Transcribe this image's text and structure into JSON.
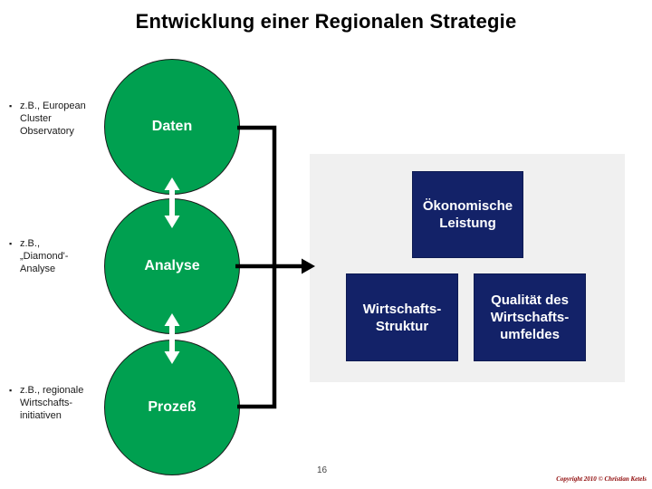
{
  "slide": {
    "title": "Entwicklung einer Regionalen Strategie",
    "page_number": "16",
    "copyright": "Copyright 2010 © Christian Ketels"
  },
  "ui": {
    "bullet_char": "▪"
  },
  "bullets": [
    {
      "label": "z.B., European Cluster Observatory"
    },
    {
      "label": "z.B., „Diamond'-Analyse"
    },
    {
      "label": "z.B., regionale Wirtschafts-initiativen"
    }
  ],
  "circles": [
    {
      "label": "Daten"
    },
    {
      "label": "Analyse"
    },
    {
      "label": "Prozeß"
    }
  ],
  "panel": {
    "boxes": [
      {
        "label": "Ökonomische Leistung"
      },
      {
        "label": "Wirtschafts-Struktur"
      },
      {
        "label": "Qualität des Wirtschafts-umfeldes"
      }
    ]
  },
  "colors": {
    "circle_green": "#00A050",
    "box_navy": "#132268",
    "panel_gray": "#F0F0F0",
    "copyright_red": "#8B0000",
    "connector_black": "#000000",
    "arrow_white": "#FFFFFF"
  }
}
